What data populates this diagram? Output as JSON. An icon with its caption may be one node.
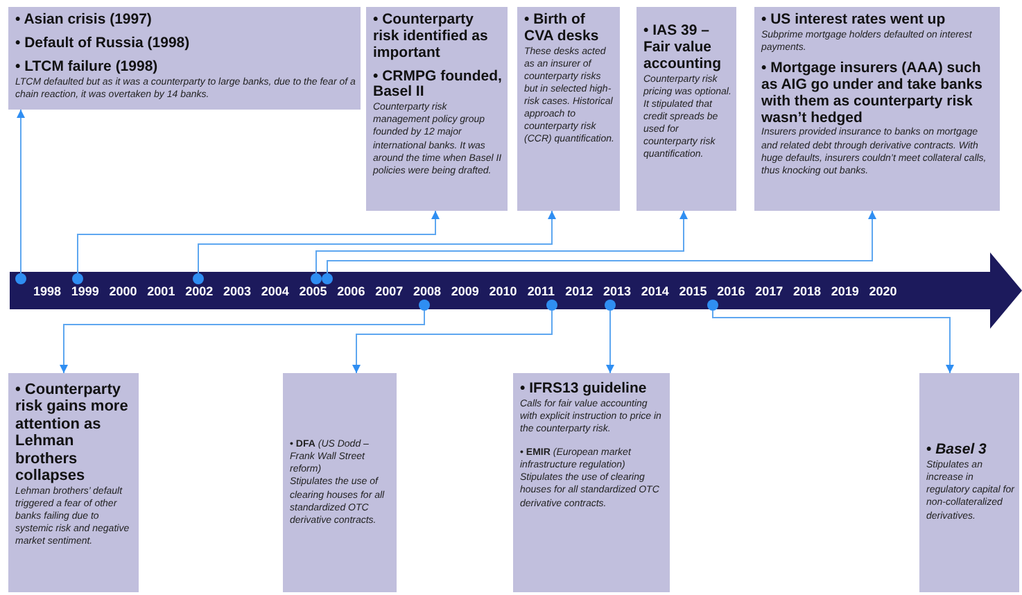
{
  "diagram": {
    "nodes": [
      {
        "text": [
          "• Asian crisis (1997)",
          "• Default of Russia (1998)",
          "• LTCM failure (1998)",
          "LTCM defaulted but as it was a counterparty to large banks, due to the fear of a chain reaction, it was overtaken by 14 banks."
        ]
      },
      {
        "text": [
          "• Counterparty risk identified as important",
          "• CRMPG founded, Basel II",
          "Counterparty risk management policy group founded by 12 major international banks. It was around the time when Basel II policies were being drafted."
        ]
      },
      {
        "text": [
          "• Birth of CVA desks",
          "These desks acted as an insurer of counterparty risks but in selected high-risk cases. Historical approach to counterparty risk (CCR) quantification."
        ]
      },
      {
        "text": [
          "• IAS 39 – Fair value accounting",
          "Counterparty risk pricing was optional. It stipulated that credit spreads be used for counterparty risk quantification."
        ]
      },
      {
        "text": [
          "• US interest rates went up",
          "Subprime mortgage holders defaulted on interest payments.",
          "• Mortgage insurers (AAA) such as AIG go under and take banks with them as counterparty risk wasn’t hedged",
          "Insurers provided insurance to banks on mortgage and related debt through derivative contracts. With huge defaults, insurers couldn’t meet collateral calls, thus knocking out banks."
        ]
      },
      {
        "text": [],
        "shape": "circle"
      },
      {
        "text": [],
        "shape": "circle"
      },
      {
        "text": [],
        "shape": "circle"
      },
      {
        "text": [],
        "shape": "circle"
      },
      {
        "text": [],
        "shape": "circle"
      },
      {
        "text": [],
        "shape": "circle"
      },
      {
        "text": [],
        "shape": "circle"
      },
      {
        "text": [],
        "shape": "circle"
      },
      {
        "text": [],
        "shape": "circle"
      },
      {
        "text": [
          "• Counterparty risk gains more attention as Lehman brothers collapses",
          "Lehman brothers’ default triggered a fear of other banks failing due to systemic risk and negative market sentiment."
        ]
      },
      {
        "text": [
          "**• DFA** *(US Dodd – Frank Wall Street reform)*",
          "Stipulates the use of clearing houses for all standardized OTC derivative contracts."
        ]
      },
      {
        "text": [
          "• IFRS13 guideline",
          "Calls for fair value accounting with explicit instruction to price in the counterparty risk.",
          "**• EMIR** *(European market infrastructure regulation)*",
          "Stipulates the use of clearing houses for all standardized OTC derivative contracts."
        ]
      },
      {
        "text": [
          "• *Basel 3*",
          "Stipulates an increase in regulatory capital for non-collateralized derivatives."
        ]
      }
    ],
    "edges": [
      {
        "from": 5,
        "to": 0,
        "arrow": "to"
      },
      {
        "from": 6,
        "to": 1,
        "arrow": "to"
      },
      {
        "from": 7,
        "to": 2,
        "arrow": "to"
      },
      {
        "from": 8,
        "to": 3,
        "arrow": "to"
      },
      {
        "from": 9,
        "to": 4,
        "arrow": "to"
      },
      {
        "from": 10,
        "to": 14,
        "arrow": "to"
      },
      {
        "from": 11,
        "to": 15,
        "arrow": "to"
      },
      {
        "from": 12,
        "to": 16,
        "arrow": "to"
      },
      {
        "from": 13,
        "to": 17,
        "arrow": "to"
      }
    ],
    "labels": [
      "1998",
      "1999",
      "2000",
      "2001",
      "2002",
      "2003",
      "2004",
      "2005",
      "2006",
      "2007",
      "2008",
      "2009",
      "2010",
      "2011",
      "2012",
      "2013",
      "2014",
      "2015",
      "2016",
      "2017",
      "2018",
      "2019",
      "2020"
    ]
  }
}
